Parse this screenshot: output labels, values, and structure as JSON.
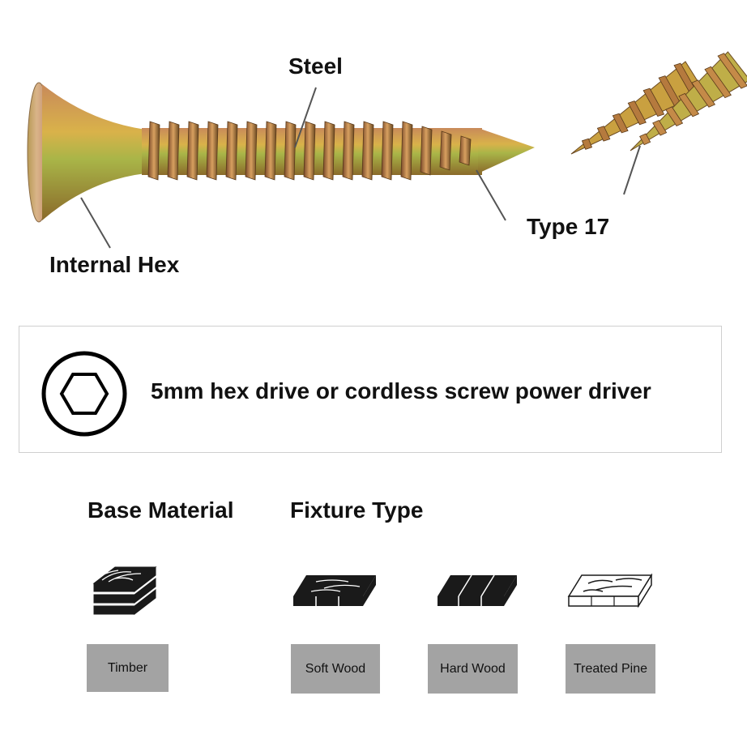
{
  "callouts": {
    "material": "Steel",
    "thread": "Type 17",
    "head": "Internal Hex"
  },
  "drive": {
    "icon": "hex-drive-icon",
    "text": "5mm hex drive or cordless screw power driver"
  },
  "base_material": {
    "title": "Base Material",
    "icon": "stacked-timber-icon",
    "label": "Timber"
  },
  "fixture_type": {
    "title": "Fixture Type",
    "items": [
      {
        "icon": "soft-wood-board-icon",
        "label": "Soft Wood"
      },
      {
        "icon": "hard-wood-board-icon",
        "label": "Hard Wood"
      },
      {
        "icon": "treated-pine-board-icon",
        "label": "Treated Pine"
      }
    ]
  },
  "colors": {
    "label_bg": "#a3a3a3",
    "box_border": "#cfcfcf",
    "screw_gold": "#c9a53a",
    "screw_green": "#a8b24a",
    "screw_copper": "#b9734f"
  }
}
